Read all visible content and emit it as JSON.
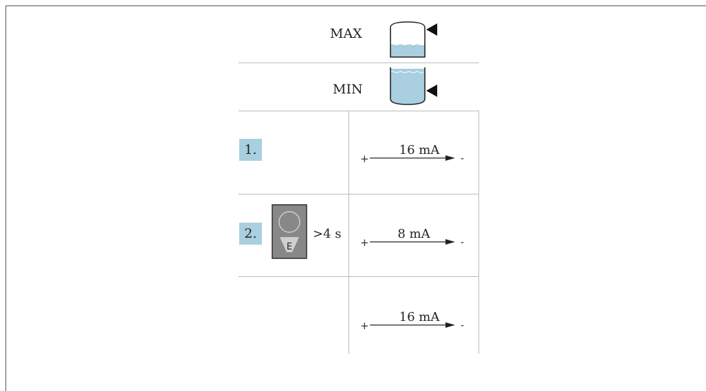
{
  "levels": {
    "max_label": "MAX",
    "min_label": "MIN"
  },
  "steps": [
    {
      "number": "1.",
      "current": "16 mA"
    },
    {
      "number": "2.",
      "key_label": "E",
      "duration": ">4 s",
      "current": "8 mA"
    },
    {
      "current": "16 mA"
    }
  ],
  "polarity": {
    "plus": "+",
    "minus": "-"
  },
  "colors": {
    "liquid": "#a9cfe0",
    "step_badge": "#a9cfe0",
    "button_body": "#888888",
    "rule": "#bbbbbb",
    "ink": "#222222"
  }
}
